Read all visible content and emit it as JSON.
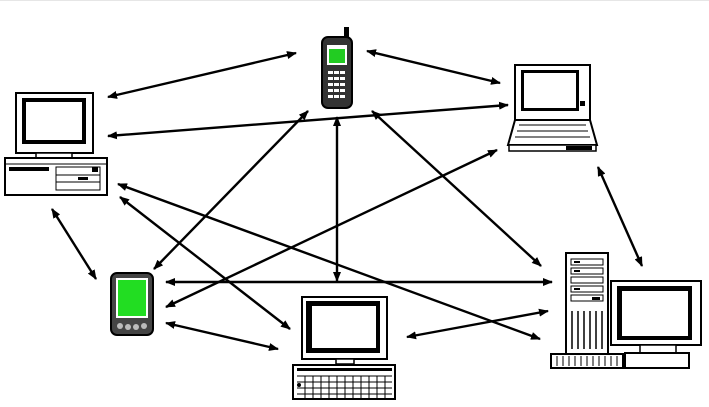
{
  "diagram": {
    "type": "network",
    "devices": [
      {
        "id": "desktop_pc",
        "icon": "desktop-computer-icon"
      },
      {
        "id": "cell_phone",
        "icon": "cell-phone-icon",
        "screen_color": "#22cc22"
      },
      {
        "id": "laptop",
        "icon": "laptop-icon"
      },
      {
        "id": "pda",
        "icon": "pda-icon",
        "screen_color": "#22dd22"
      },
      {
        "id": "mac",
        "icon": "mac-computer-icon"
      },
      {
        "id": "server",
        "icon": "tower-server-icon"
      }
    ],
    "connections": [
      [
        "desktop_pc",
        "cell_phone"
      ],
      [
        "cell_phone",
        "laptop"
      ],
      [
        "desktop_pc",
        "laptop"
      ],
      [
        "desktop_pc",
        "pda"
      ],
      [
        "desktop_pc",
        "mac"
      ],
      [
        "desktop_pc",
        "server"
      ],
      [
        "cell_phone",
        "pda"
      ],
      [
        "cell_phone",
        "mac"
      ],
      [
        "cell_phone",
        "server"
      ],
      [
        "laptop",
        "pda"
      ],
      [
        "laptop",
        "server"
      ],
      [
        "pda",
        "server"
      ],
      [
        "pda",
        "mac"
      ],
      [
        "mac",
        "server"
      ]
    ],
    "arrow_style": "double-headed",
    "line_color": "#000000"
  }
}
